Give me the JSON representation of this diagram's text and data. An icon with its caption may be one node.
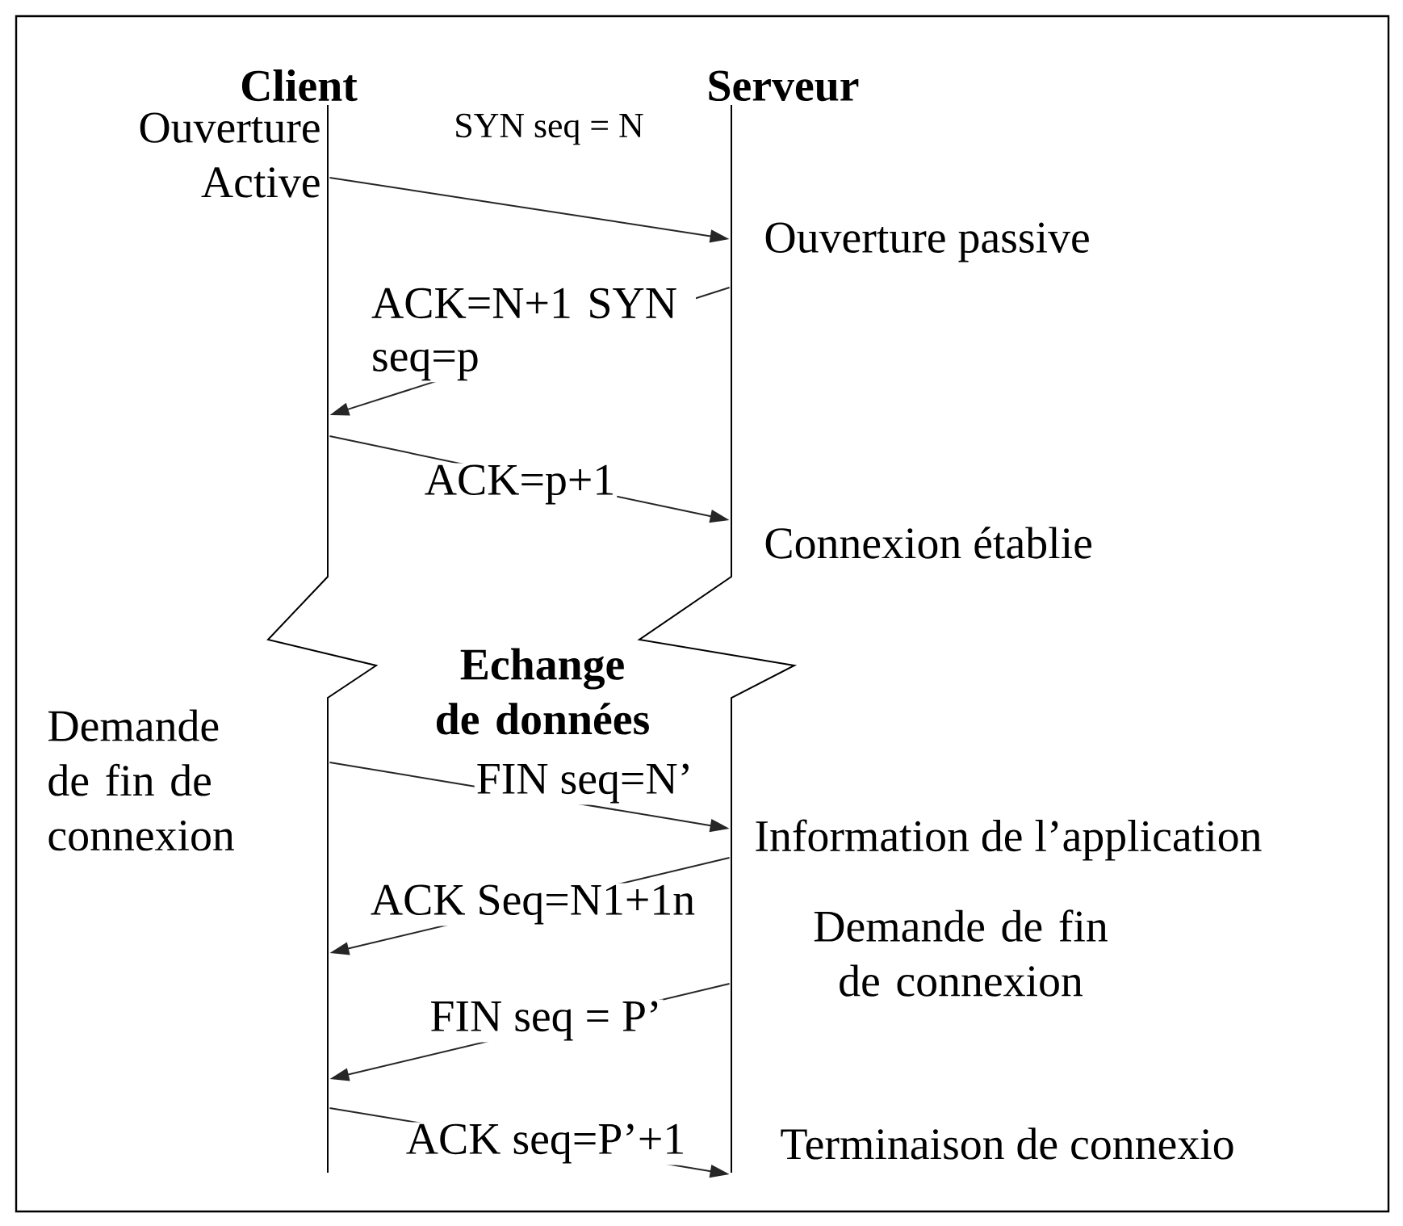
{
  "diagram": {
    "nodes": [
      {
        "text": [
          "Client"
        ]
      },
      {
        "text": [
          "Serveur"
        ]
      }
    ],
    "edges": [
      {
        "from": 0,
        "to": 1,
        "arrow": "to",
        "label": "SYN seq = N"
      },
      {
        "from": 1,
        "to": 0,
        "arrow": "to",
        "label": "ACK=N+1 SYN seq=p"
      },
      {
        "from": 0,
        "to": 1,
        "arrow": "to",
        "label": "ACK=p+1"
      },
      {
        "from": 0,
        "to": 1,
        "arrow": "to",
        "label": "FIN seq=N’"
      },
      {
        "from": 1,
        "to": 0,
        "arrow": "to",
        "label": "ACK Seq=N1+1n"
      },
      {
        "from": 1,
        "to": 0,
        "arrow": "to",
        "label": "FIN seq = P’"
      },
      {
        "from": 0,
        "to": 1,
        "arrow": "to",
        "label": "ACK seq=P’+1"
      }
    ],
    "labels": [
      "Ouverture Active",
      "Ouverture passive",
      "Connexion établie",
      "Echange de données",
      "Demande de fin de connexion",
      "Information de l’application",
      "Demande de fin de connexion",
      "Terminaison de connexio"
    ]
  }
}
